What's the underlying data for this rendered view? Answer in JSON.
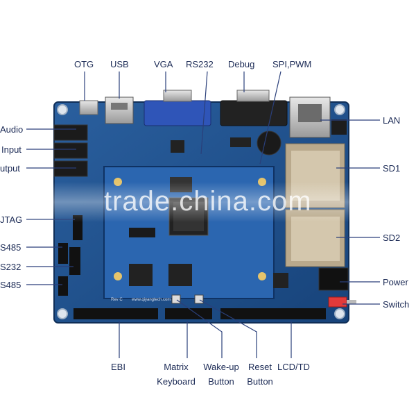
{
  "labels": {
    "top": [
      "OTG",
      "USB",
      "VGA",
      "RS232",
      "Debug",
      "SPI,PWM"
    ],
    "right": [
      "LAN",
      "SD1",
      "SD2",
      "Power",
      "Switch"
    ],
    "left": [
      "Audio",
      "Input",
      "utput",
      "JTAG",
      "S485",
      "S232",
      "S485"
    ],
    "bottom": {
      "ebi": "EBI",
      "matrix_line1": "Matrix",
      "matrix_line2": "Keyboard",
      "wakeup_line1": "Wake-up",
      "wakeup_line2": "Button",
      "reset_line1": "Reset",
      "reset_line2": "Button",
      "lcd": "LCD/TD"
    }
  },
  "watermark": "trade.china.com",
  "board": {
    "silkscreen_url": "www.qiyangtech.com",
    "silkscreen_rev": "Rev C"
  },
  "colors": {
    "pcb": "#1e4f8c",
    "pcb_dark": "#163d6e",
    "label": "#1b2a55",
    "line": "#2a3f7a"
  }
}
